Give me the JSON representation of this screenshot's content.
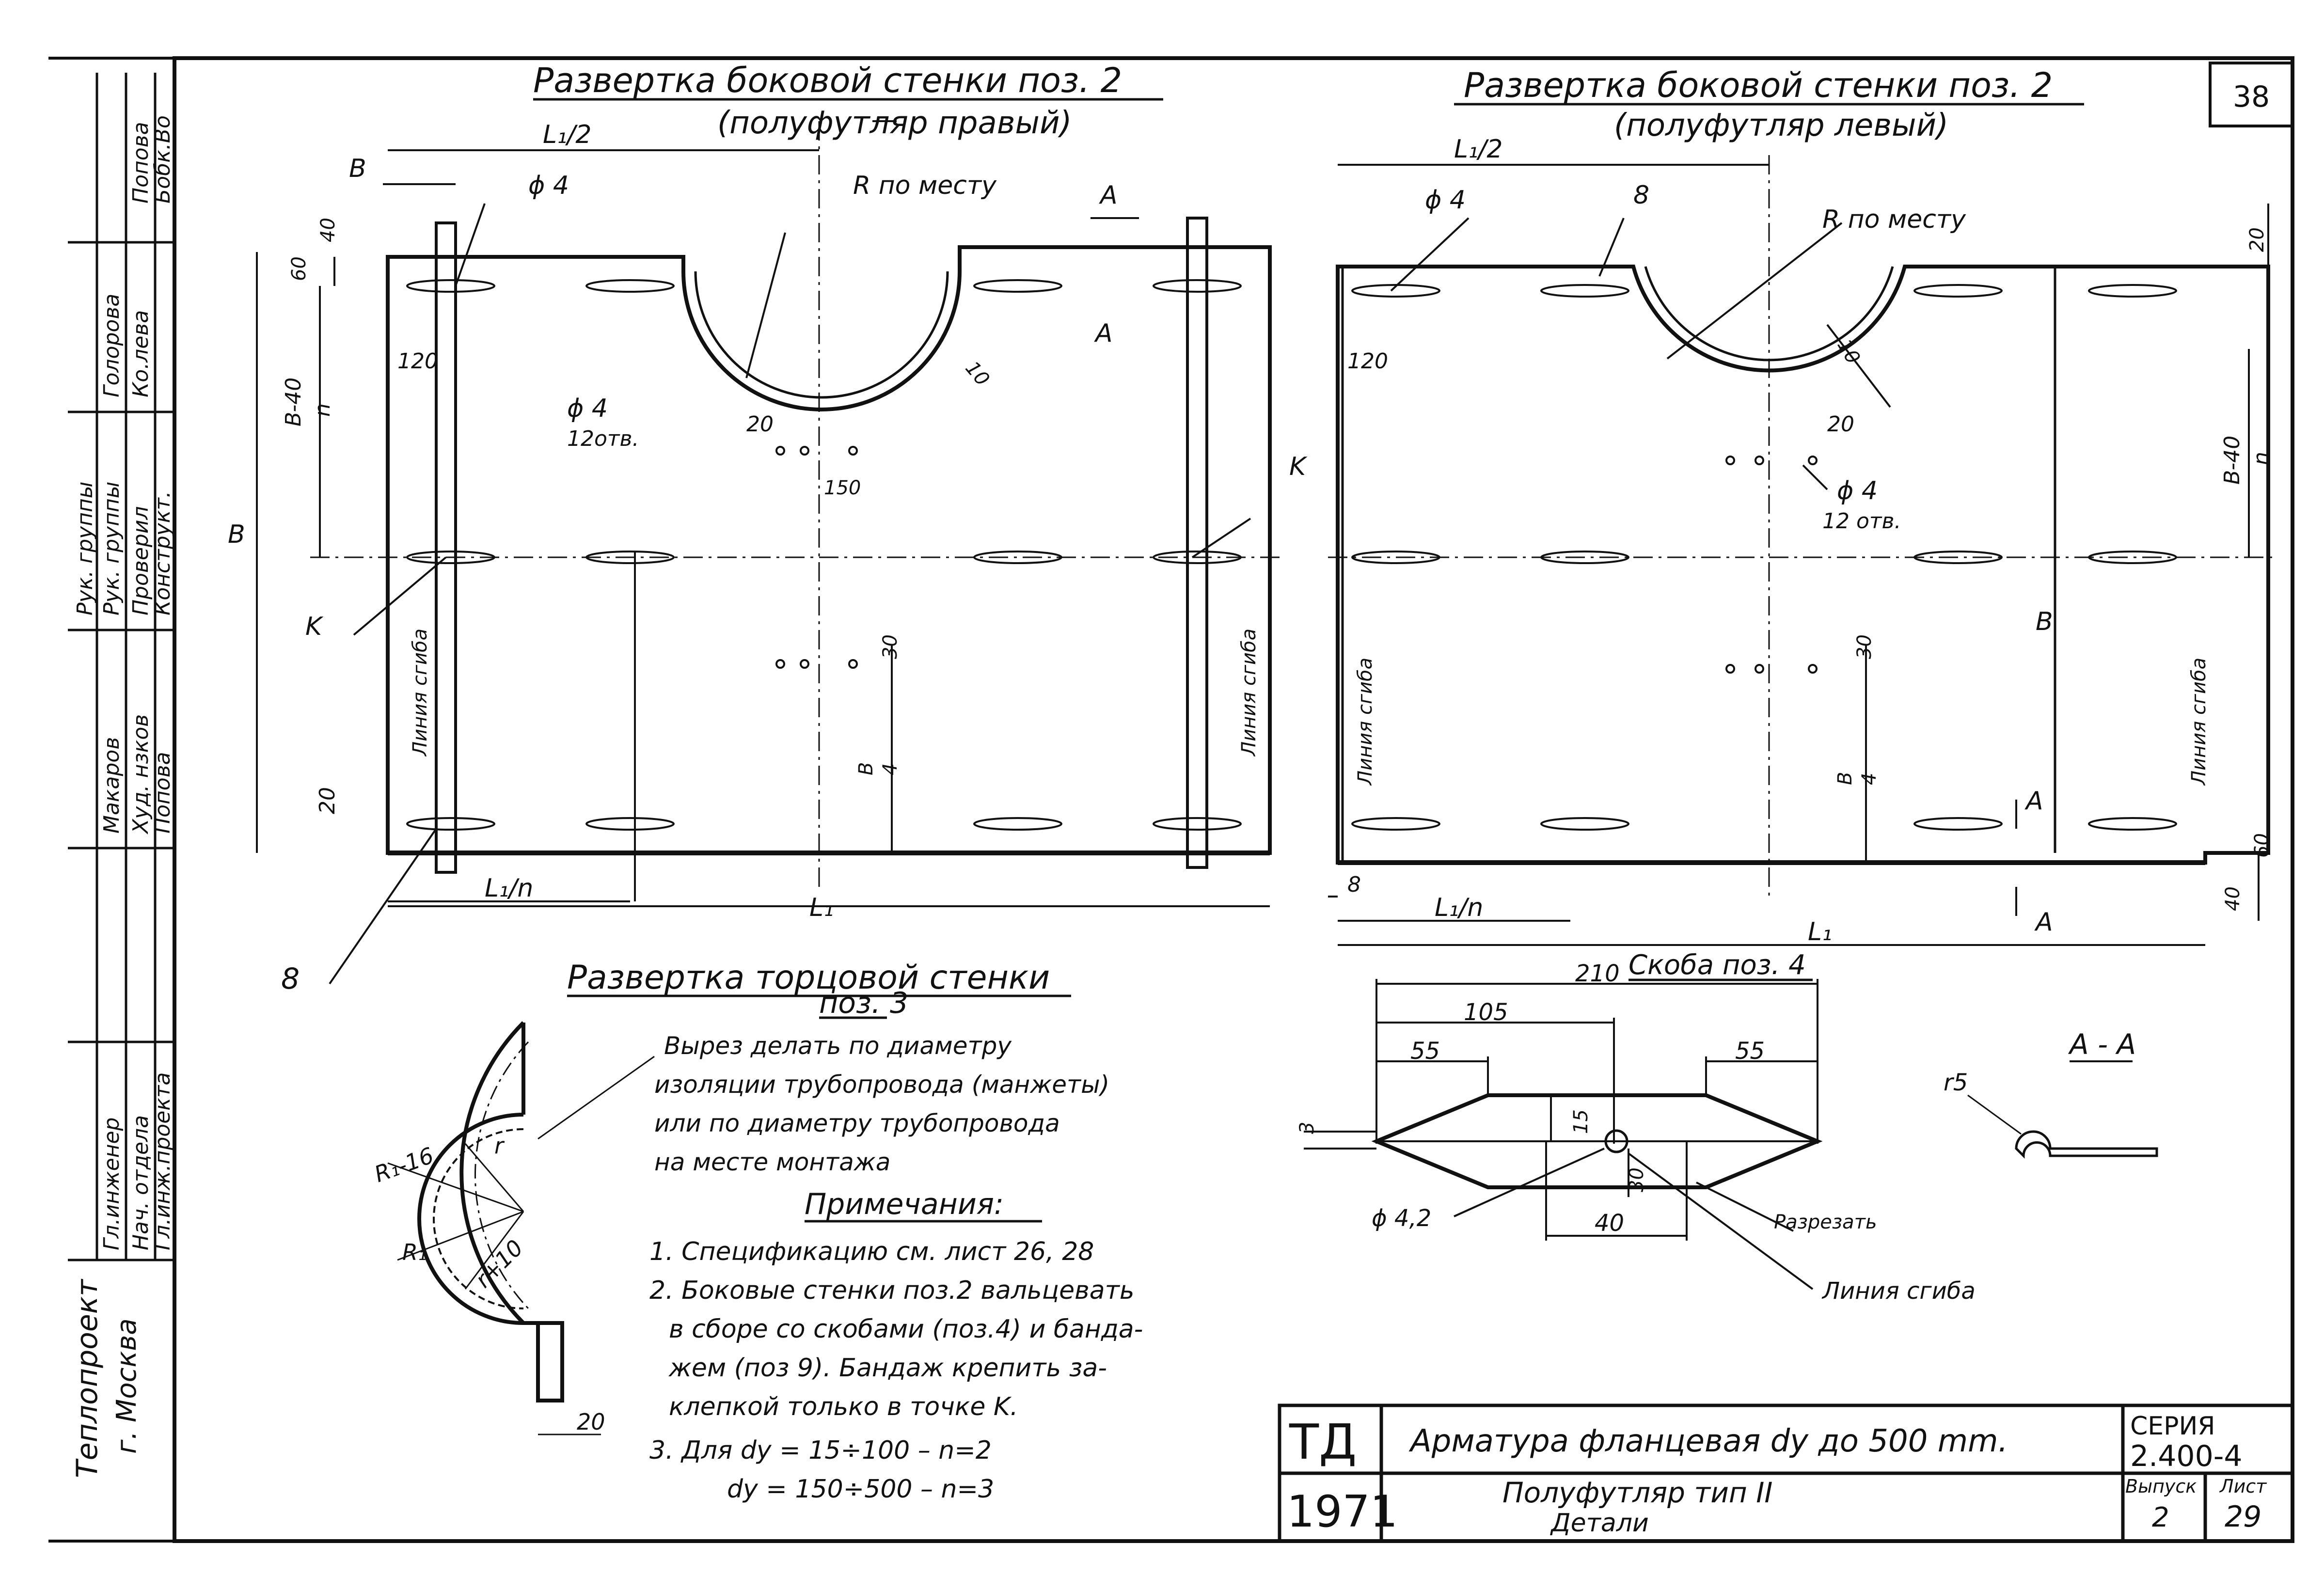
{
  "sheet_number": "38",
  "side_stamp": {
    "cells": [
      "Попова",
      "Бобк.Во",
      "Рук. группы",
      "Голорова",
      "Ко.лева",
      "Рук. группы",
      "Проверил",
      "Конструкт.",
      "Макаров",
      "Худ. нзков",
      "Попова",
      "Гл.инженер",
      "Нач. отдела",
      "Гл.инж.проекта"
    ],
    "org": "Теплопроект",
    "city": "г. Москва"
  },
  "right_unfold": {
    "title": "Развертка боковой стенки поз. 2",
    "subtitle": "(полуфутляр правый)",
    "dims": {
      "half_l": "L₁/2",
      "b": "B",
      "phi4_top": "ϕ 4",
      "r_note": "R по месту",
      "a_mark": "A",
      "d40": "40",
      "d60": "60",
      "d120": "120",
      "b40": "B-40",
      "n": "n",
      "phi4": "ϕ 4",
      "holes12": "12отв.",
      "d20": "20",
      "d150": "150",
      "d10": "10",
      "k": "K",
      "fold": "Линия сгиба",
      "d30": "30",
      "b4n": "B",
      "b4d": "4",
      "l1n": "L₁/n",
      "l1": "L₁",
      "pos8": "8"
    }
  },
  "left_unfold": {
    "title": "Развертка боковой стенки поз. 2",
    "subtitle": "(полуфутляр левый)",
    "dims": {
      "half_l": "L₁/2",
      "phi4_top": "ϕ 4",
      "d8": "8",
      "r_note": "R по месту",
      "d20": "20",
      "d120": "120",
      "d10": "10",
      "phi4": "ϕ 4",
      "holes12": "12 отв.",
      "b40": "B-40",
      "n": "n",
      "b": "B",
      "fold": "Линия сгиба",
      "d30": "30",
      "b4n": "B",
      "b4d": "4",
      "a_mark": "A",
      "d60": "60",
      "d40": "40",
      "l1n": "L₁/n",
      "l1": "L₁",
      "d8b": "8"
    }
  },
  "end_wall": {
    "title": "Развертка торцовой стенки",
    "pos": "поз. 3",
    "note_lines": [
      "Вырез делать по диаметру",
      "изоляции трубопровода (манжеты)",
      "или по диаметру трубопровода",
      "на месте монтажа"
    ],
    "r1_16": "R₁-16",
    "r1": "R₁",
    "r": "r",
    "r10": "r+10",
    "d20": "20"
  },
  "bracket": {
    "title": "Скоба поз. 4",
    "d210": "210",
    "d105": "105",
    "d55a": "55",
    "d55b": "55",
    "d3": "3",
    "d15": "15",
    "d30": "30",
    "d40": "40",
    "hole": "ϕ 4,2",
    "cut": "Разрезать",
    "fold": "Линия сгиба"
  },
  "section": {
    "title": "A - A",
    "r5": "r5"
  },
  "notes": {
    "header": "Примечания:",
    "lines": [
      "1. Спецификацию  см. лист 26, 28",
      "2. Боковые стенки поз.2 вальцевать",
      "в сборе со скобами (поз.4) и банда-",
      "жем (поз 9). Бандаж крепить за-",
      "клепкой только в точке K.",
      "3. Для  dy = 15÷100  –  n=2",
      "dy = 150÷500  –  n=3"
    ]
  },
  "title_block": {
    "code": "ТД",
    "year": "1971",
    "title": "Арматура фланцевая dy до 500 mm.",
    "subtitle1": "Полуфутляр  тип  II",
    "subtitle2": "Детали",
    "series_label": "СЕРИЯ",
    "series": "2.400-4",
    "issue_label": "Выпуск",
    "issue": "2",
    "sheet_label": "Лист",
    "sheet": "29"
  }
}
